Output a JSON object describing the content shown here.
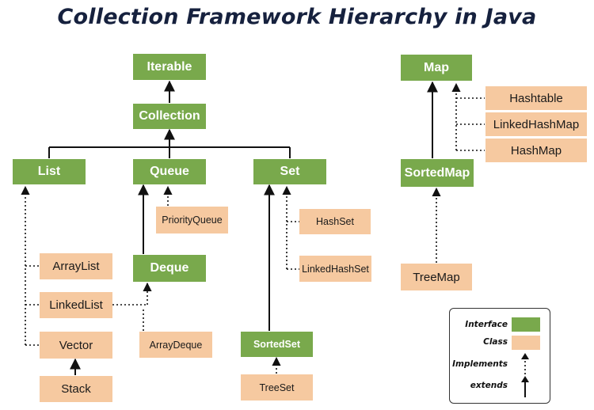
{
  "title": "Collection Framework Hierarchy in Java",
  "nodes": {
    "iterable": "Iterable",
    "collection": "Collection",
    "list": "List",
    "queue": "Queue",
    "set": "Set",
    "map": "Map",
    "sortedmap": "SortedMap",
    "hashtable": "Hashtable",
    "linkedhashmap": "LinkedHashMap",
    "hashmap": "HashMap",
    "treemap": "TreeMap",
    "priorityqueue": "PriorityQueue",
    "deque": "Deque",
    "arraydeque": "ArrayDeque",
    "arraylist": "ArrayList",
    "linkedlist": "LinkedList",
    "vector": "Vector",
    "stack": "Stack",
    "hashset": "HashSet",
    "linkedhashset": "LinkedHashSet",
    "sortedset": "SortedSet",
    "treeset": "TreeSet"
  },
  "legend": {
    "interface": "Interface",
    "class": "Class",
    "implements": "Implements",
    "extends": "extends"
  },
  "colors": {
    "interface": "#79a94c",
    "class": "#f6c9a0",
    "title": "#16213e"
  }
}
